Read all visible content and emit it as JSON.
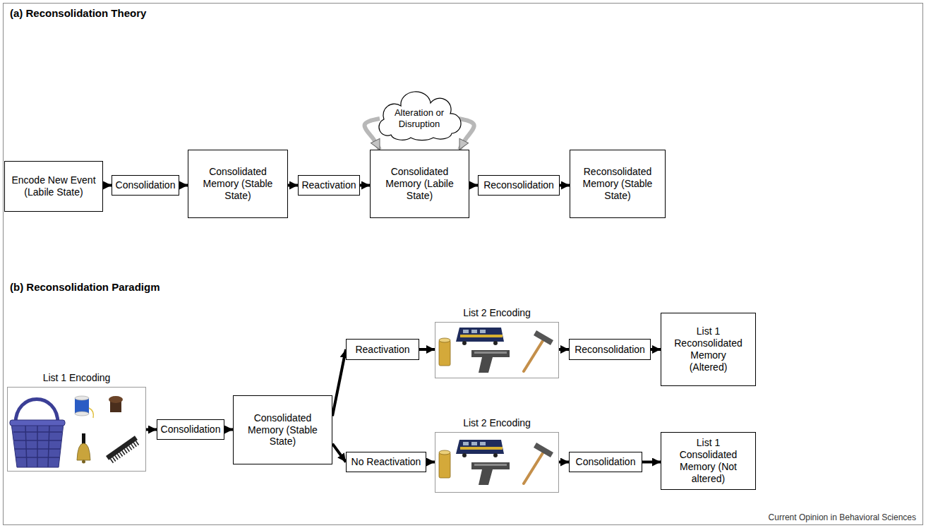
{
  "diagram": {
    "nodes": [
      {
        "text": [
          "Encode New Event (Labile State)"
        ]
      },
      {
        "text": [
          "Consolidation"
        ]
      },
      {
        "text": [
          "Consolidated Memory (Stable State)"
        ]
      },
      {
        "text": [
          "Reactivation"
        ]
      },
      {
        "text": [
          "Consolidated Memory (Labile State)"
        ]
      },
      {
        "text": [
          "Reconsolidation"
        ]
      },
      {
        "text": [
          "Reconsolidated Memory (Stable State)"
        ]
      },
      {
        "text": [
          "Alteration or Disruption"
        ]
      },
      {
        "text": [
          "List 1 Encoding"
        ]
      },
      {
        "text": [
          "Consolidation"
        ]
      },
      {
        "text": [
          "Consolidated Memory (Stable State)"
        ]
      },
      {
        "text": [
          "Reactivation"
        ]
      },
      {
        "text": [
          "No Reactivation"
        ]
      },
      {
        "text": [
          "List 2 Encoding"
        ]
      },
      {
        "text": [
          "Reconsolidation"
        ]
      },
      {
        "text": [
          "List 1 Reconsolidated Memory (Altered)"
        ]
      },
      {
        "text": [
          "List 2 Encoding"
        ]
      },
      {
        "text": [
          "Consolidation"
        ]
      },
      {
        "text": [
          "List 1 Consolidated Memory (Not altered)"
        ]
      }
    ],
    "edges": [
      {
        "from": 0,
        "to": 1,
        "arrow": "to"
      },
      {
        "from": 1,
        "to": 2,
        "arrow": "to"
      },
      {
        "from": 2,
        "to": 3,
        "arrow": "to"
      },
      {
        "from": 3,
        "to": 4,
        "arrow": "to"
      },
      {
        "from": 4,
        "to": 5,
        "arrow": "to"
      },
      {
        "from": 5,
        "to": 6,
        "arrow": "to"
      },
      {
        "from": 7,
        "to": 4,
        "arrow": "to"
      },
      {
        "from": 7,
        "to": 4,
        "arrow": "to"
      },
      {
        "from": 8,
        "to": 9,
        "arrow": "to"
      },
      {
        "from": 9,
        "to": 10,
        "arrow": "to"
      },
      {
        "from": 10,
        "to": 11,
        "arrow": "to"
      },
      {
        "from": 10,
        "to": 12,
        "arrow": "to"
      },
      {
        "from": 11,
        "to": 13,
        "arrow": "to"
      },
      {
        "from": 13,
        "to": 14,
        "arrow": "to"
      },
      {
        "from": 14,
        "to": 15,
        "arrow": "to"
      },
      {
        "from": 12,
        "to": 16,
        "arrow": "to"
      },
      {
        "from": 16,
        "to": 17,
        "arrow": "to"
      },
      {
        "from": 17,
        "to": 18,
        "arrow": "to"
      }
    ],
    "labels": [
      "(a) Reconsolidation Theory",
      "(b) Reconsolidation Paradigm",
      "Current Opinion in Behavioral Sciences"
    ]
  }
}
